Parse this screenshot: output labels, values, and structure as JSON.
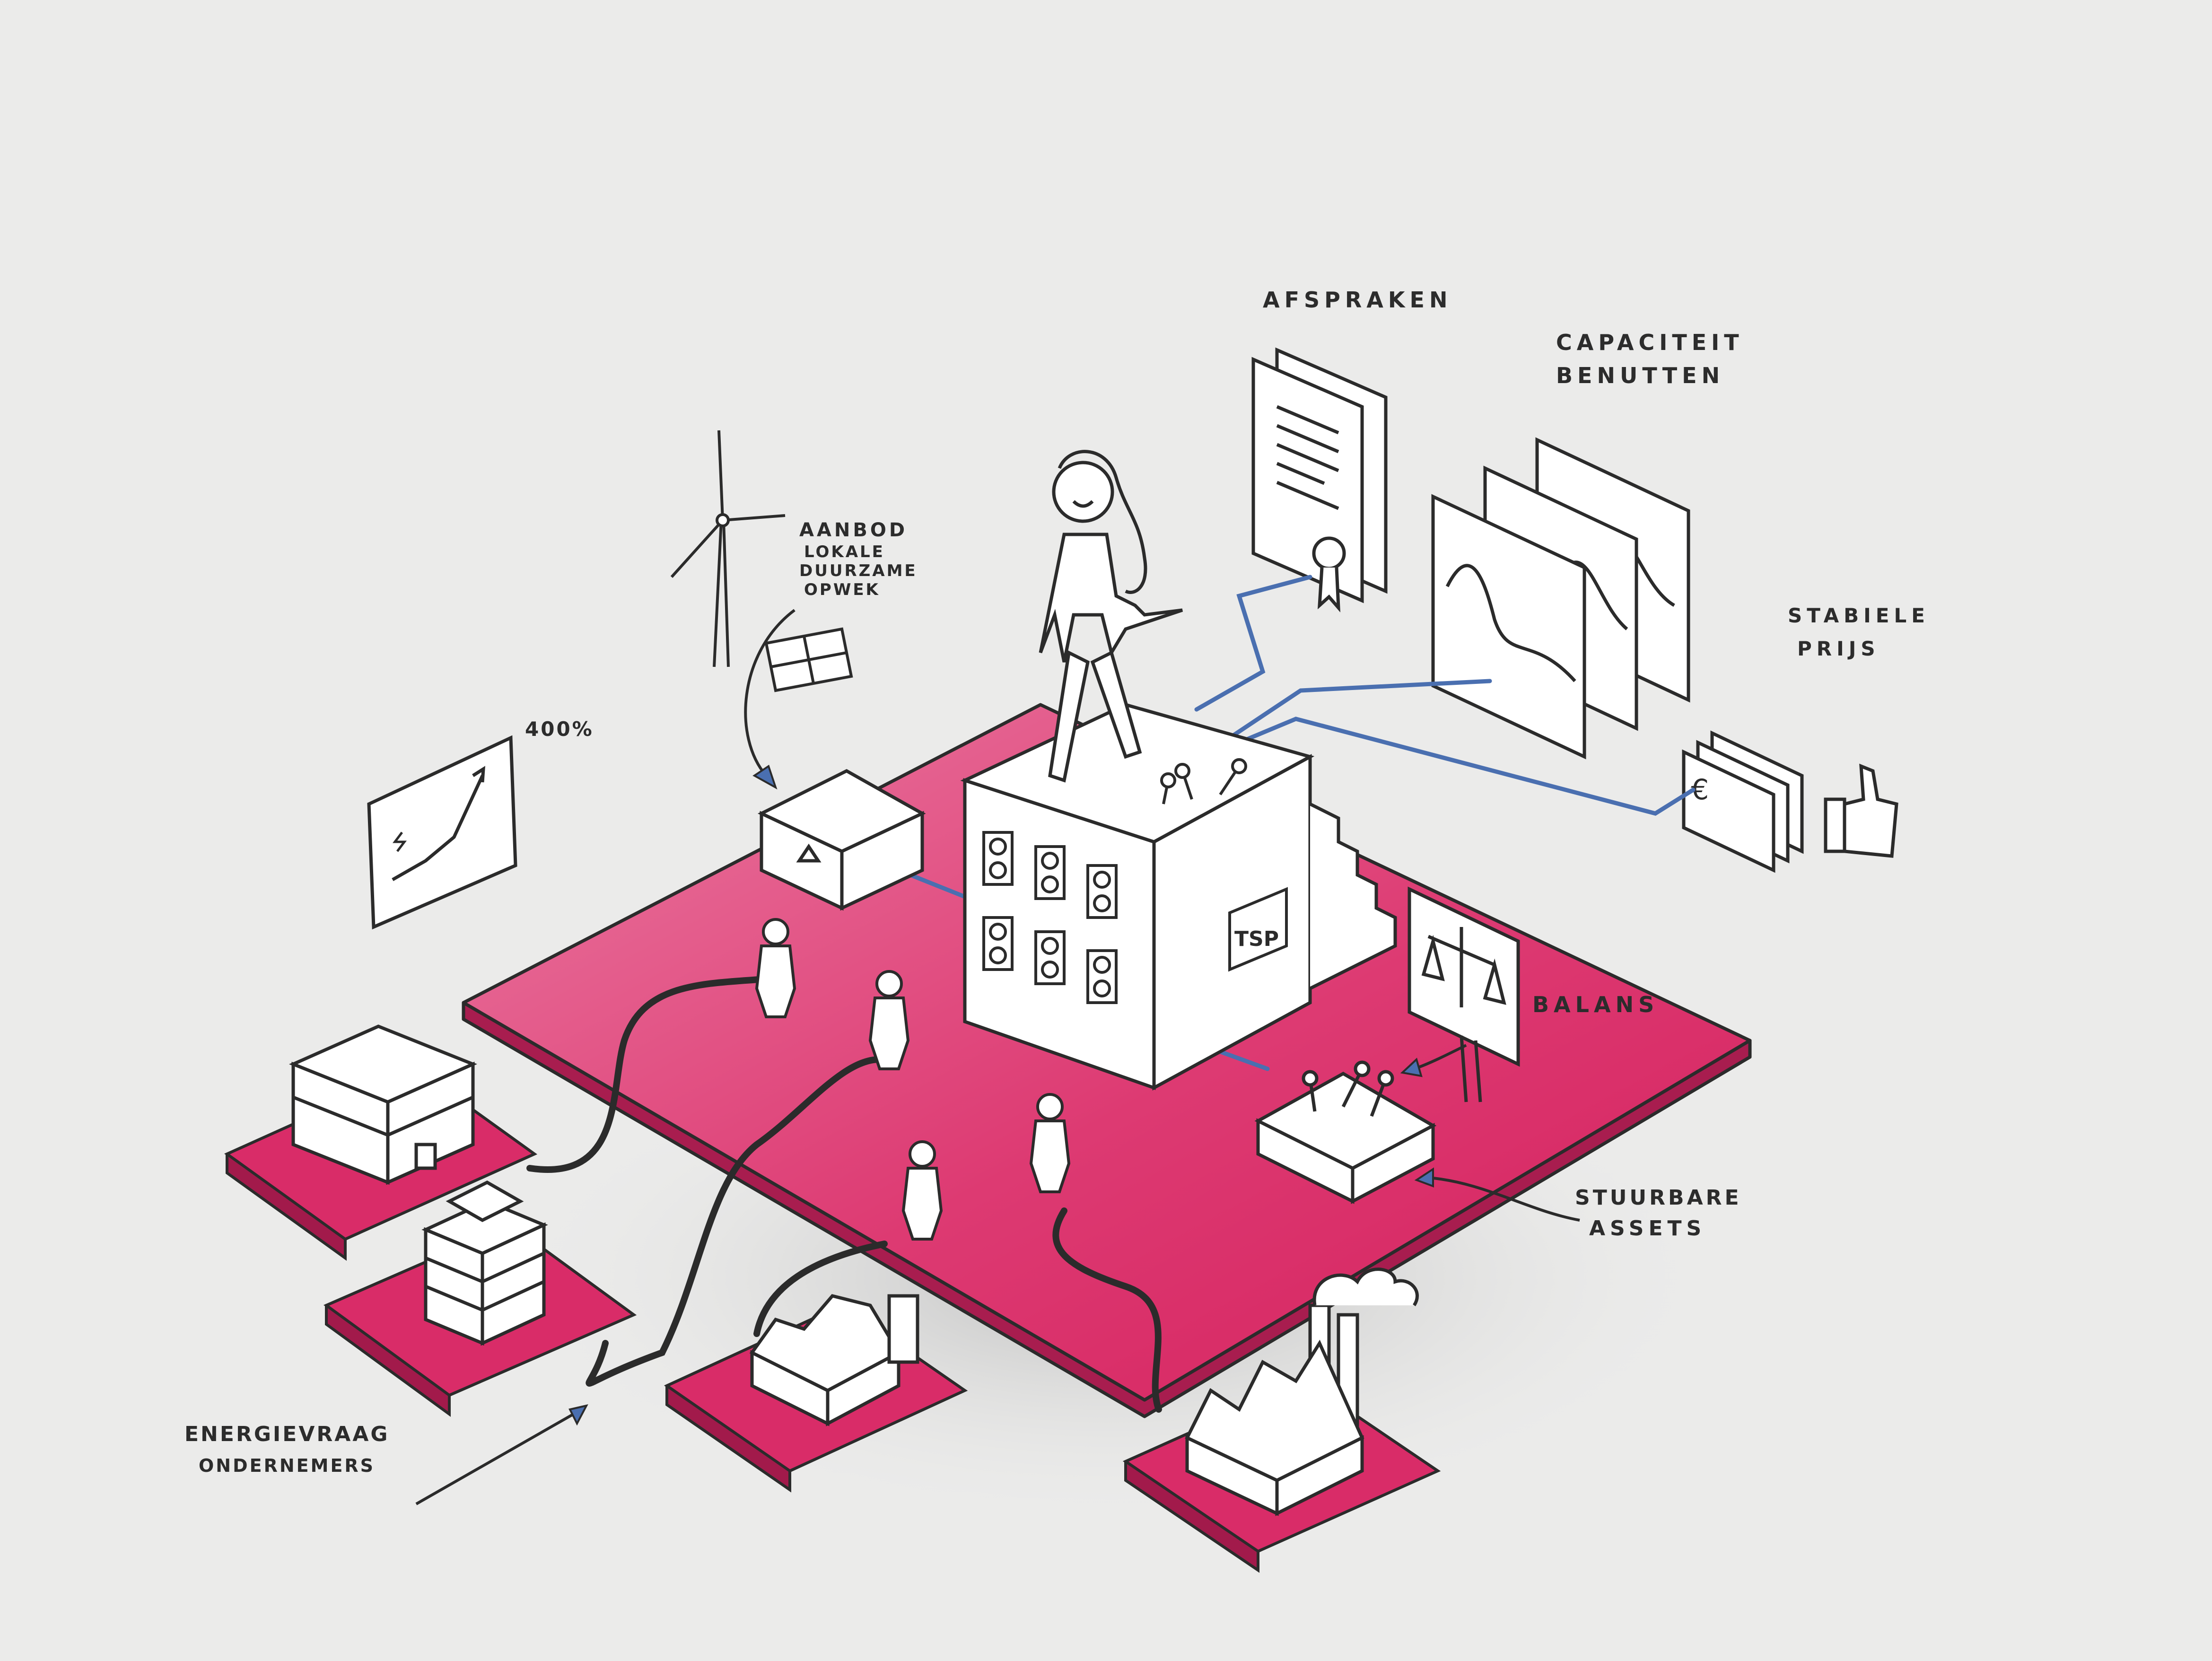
{
  "labels": {
    "afspraken": "Afspraken",
    "capaciteit": "Capaciteit",
    "benutten": "Benutten",
    "stabiele": "Stabiele",
    "prijs": "Prijs",
    "aanbod": "Aanbod",
    "lokale": "lokale",
    "duurzame": "duurzame",
    "opwek": "opwek",
    "percent": "400%",
    "balans": "Balans",
    "stuurbare": "Stuurbare",
    "assets": "Assets",
    "energievraag": "Energievraag",
    "ondernemers": "ondernemers",
    "tsp": "TSP"
  },
  "colors": {
    "platform_top": "#dc2e6a",
    "platform_side": "#a81d4f",
    "pad_top": "#d92c68",
    "pad_side": "#a21a4b",
    "line": "#2b2b2b",
    "accent_blue": "#4a6fb0",
    "background": "#ebebea"
  },
  "icons": [
    "wind-turbine-icon",
    "solar-panel-icon",
    "growth-chart-icon",
    "contract-icon",
    "capacity-chart-icon",
    "money-icon",
    "thumbs-up-icon",
    "scale-icon",
    "socket-icon",
    "switch-icon",
    "factory-icon",
    "office-icon",
    "person-icon"
  ]
}
